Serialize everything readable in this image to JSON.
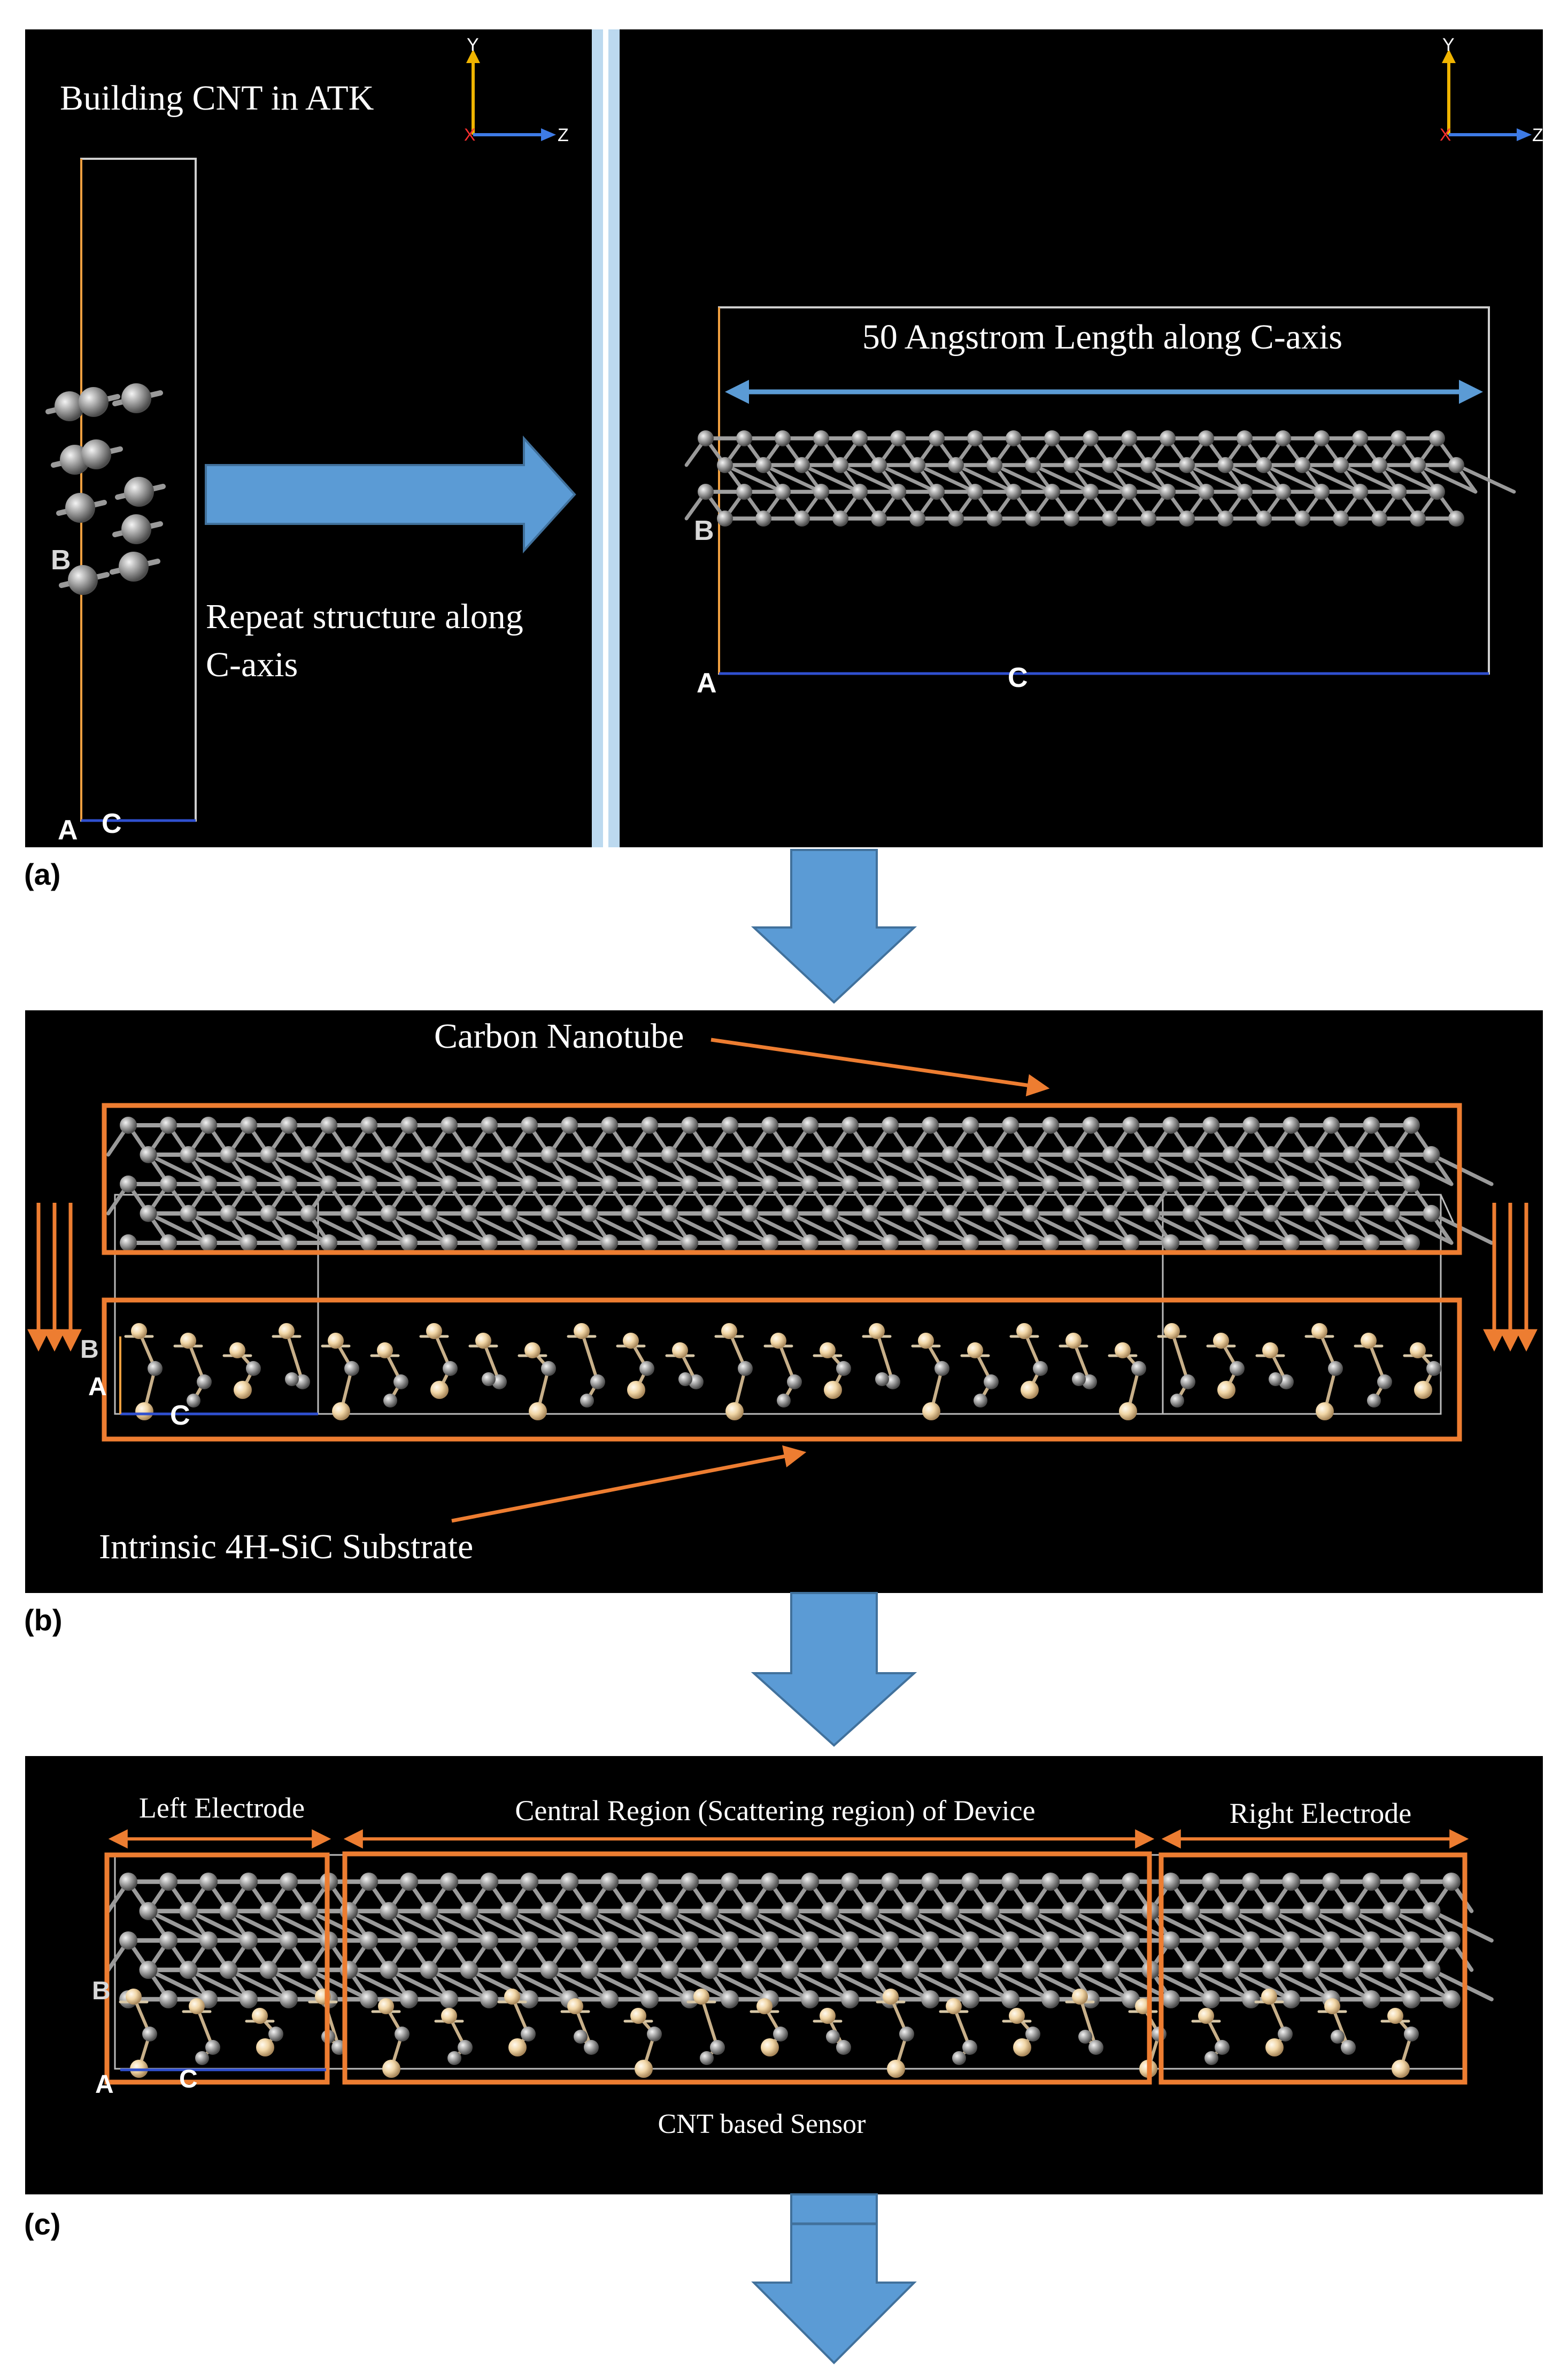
{
  "figure": {
    "colors": {
      "panel_bg": "#000000",
      "page_bg": "#ffffff",
      "arrow_blue": "#5b9bd5",
      "arrow_blue_stroke": "#41719c",
      "orange": "#ed7d31",
      "dim_arrow_blue": "#5b9bd5",
      "atom_gray": "#9a9a9a",
      "atom_light": "#d9d9d9",
      "atom_si": "#f6dcb0",
      "axis_y": "#f0b400",
      "axis_z": "#3e7be6",
      "cell_white": "#cfcfcf",
      "cell_orange": "#f0a040",
      "cell_blue": "#3050d0"
    },
    "panel_a": {
      "label": "(a)",
      "title": "Building CNT in ATK",
      "repeat_text_line1": "Repeat structure along",
      "repeat_text_line2": "C-axis",
      "length_text": "50 Angstrom Length along C-axis",
      "axis_y": "Y",
      "axis_z": "Z",
      "axis_x": "X",
      "cell_left": {
        "a": "A",
        "b": "B",
        "c": "C"
      },
      "cell_right": {
        "a": "A",
        "b": "B",
        "c": "C"
      }
    },
    "panel_b": {
      "label": "(b)",
      "cnt_label": "Carbon Nanotube",
      "substrate_label": "Intrinsic 4H-SiC Substrate",
      "cell": {
        "a": "A",
        "b": "B",
        "c": "C"
      }
    },
    "panel_c": {
      "label": "(c)",
      "left_electrode": "Left Electrode",
      "central_region": "Central Region (Scattering region) of Device",
      "right_electrode": "Right Electrode",
      "sensor_label": "CNT based Sensor",
      "cell": {
        "a": "A",
        "b": "B",
        "c": "C"
      }
    }
  }
}
